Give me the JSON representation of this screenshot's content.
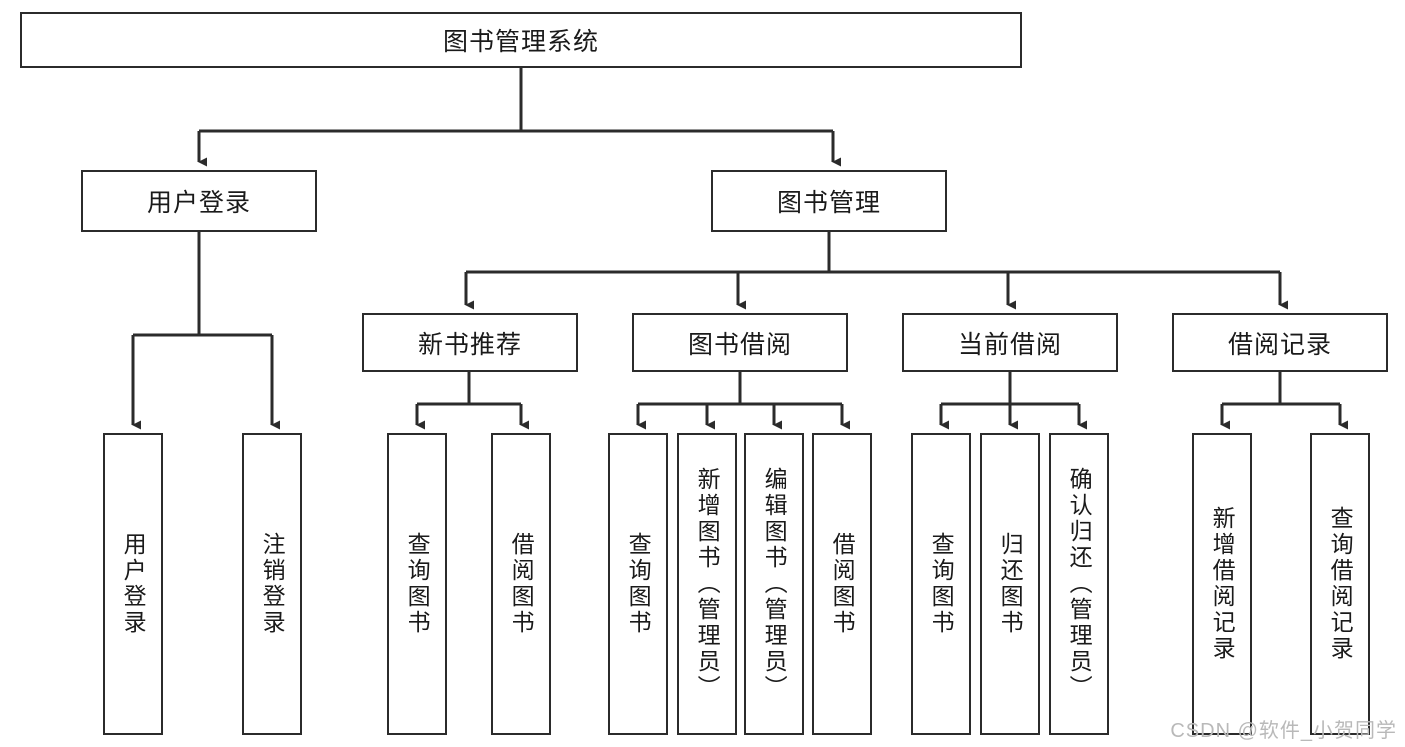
{
  "diagram": {
    "title": "图书管理系统",
    "watermark": "CSDN @软件_小贺同学",
    "type": "tree-hierarchy-diagram",
    "colors": {
      "box_border": "#2b2b2b",
      "box_fill": "#ffffff",
      "connector": "#2b2b2b",
      "text": "#1a1a1a",
      "watermark": "#b9b9b9"
    },
    "root": {
      "label": "图书管理系统"
    },
    "level2": [
      {
        "label": "用户登录"
      },
      {
        "label": "图书管理"
      }
    ],
    "level3": [
      {
        "label": "新书推荐"
      },
      {
        "label": "图书借阅"
      },
      {
        "label": "当前借阅"
      },
      {
        "label": "借阅记录"
      }
    ],
    "leaves": {
      "user_login": [
        {
          "label": "用户登录"
        },
        {
          "label": "注销登录"
        }
      ],
      "new_book_recommend": [
        {
          "label": "查询图书"
        },
        {
          "label": "借阅图书"
        }
      ],
      "book_borrow": [
        {
          "label": "查询图书"
        },
        {
          "label": "新增图书（管理员）"
        },
        {
          "label": "编辑图书（管理员）"
        },
        {
          "label": "借阅图书"
        }
      ],
      "current_borrow": [
        {
          "label": "查询图书"
        },
        {
          "label": "归还图书"
        },
        {
          "label": "确认归还（管理员）"
        }
      ],
      "borrow_record": [
        {
          "label": "新增借阅记录"
        },
        {
          "label": "查询借阅记录"
        }
      ]
    }
  }
}
